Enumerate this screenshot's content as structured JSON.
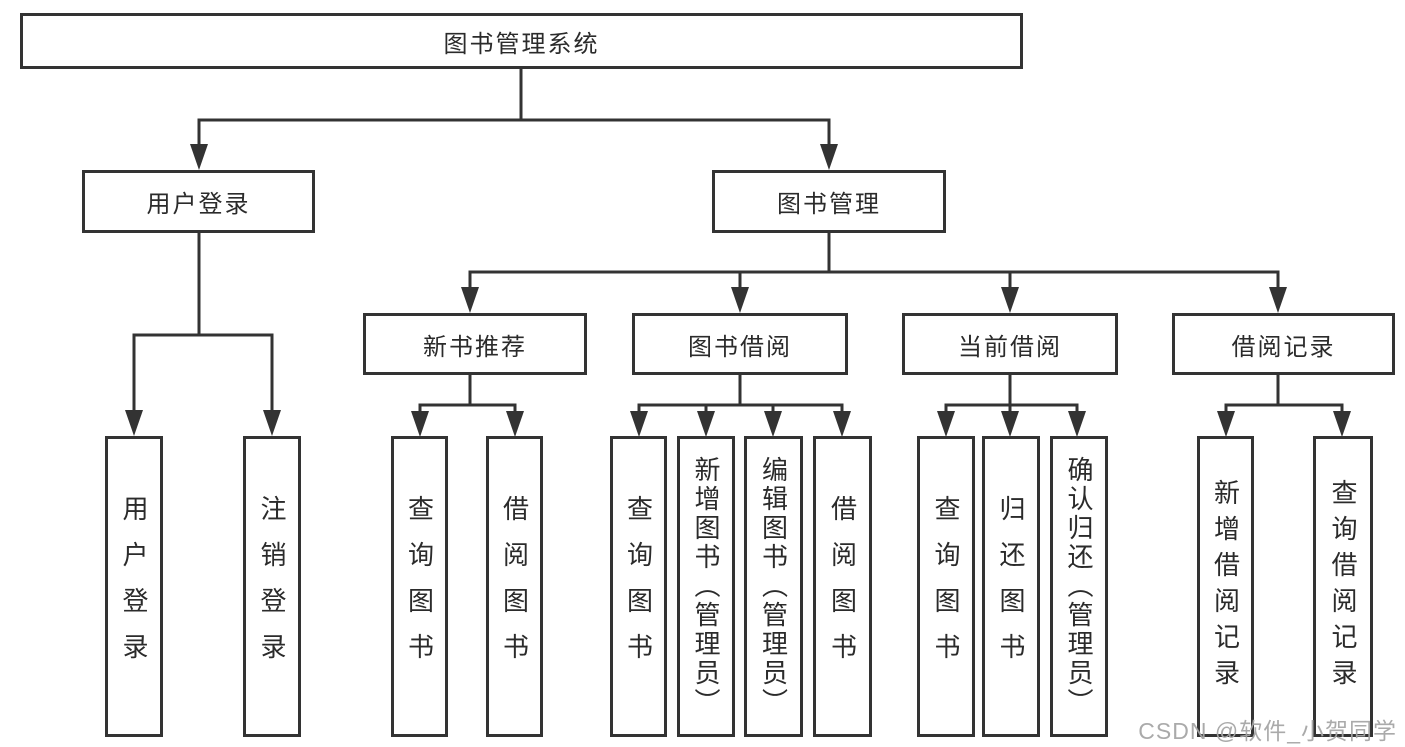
{
  "diagram": {
    "title": "图书管理系统",
    "level2": [
      {
        "label": "用户登录"
      },
      {
        "label": "图书管理"
      }
    ],
    "level3": [
      {
        "label": "新书推荐"
      },
      {
        "label": "图书借阅"
      },
      {
        "label": "当前借阅"
      },
      {
        "label": "借阅记录"
      }
    ],
    "leaves": [
      {
        "label": "用户登录"
      },
      {
        "label": "注销登录"
      },
      {
        "label": "查询图书"
      },
      {
        "label": "借阅图书"
      },
      {
        "label": "查询图书"
      },
      {
        "label": "新增图书（管理员）"
      },
      {
        "label": "编辑图书（管理员）"
      },
      {
        "label": "借阅图书"
      },
      {
        "label": "查询图书"
      },
      {
        "label": "归还图书"
      },
      {
        "label": "确认归还（管理员）"
      },
      {
        "label": "新增借阅记录"
      },
      {
        "label": "查询借阅记录"
      }
    ]
  },
  "watermark": "CSDN @软件_小贺同学",
  "colors": {
    "line": "#333333",
    "box_border": "#333333",
    "box_background": "#ffffff",
    "text": "#2b2b2b",
    "watermark_text": "#a5a5a5",
    "page_background": "#ffffff"
  }
}
